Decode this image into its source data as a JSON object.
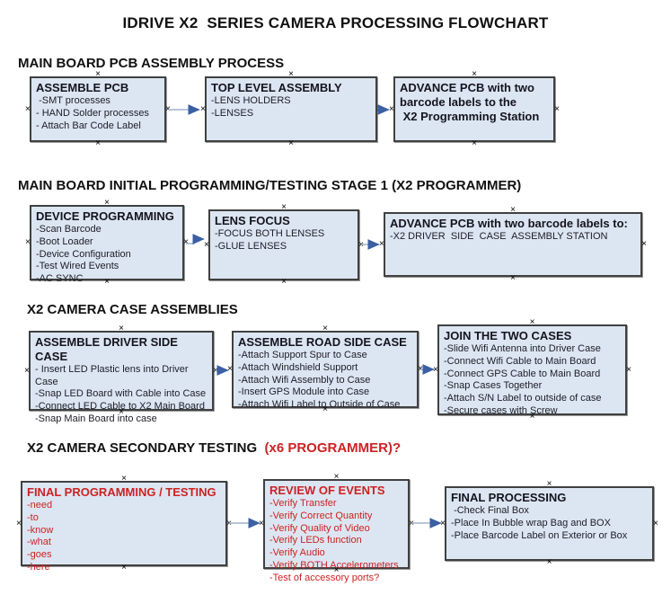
{
  "title": "IDRIVE X2  SERIES CAMERA PROCESSING FLOWCHART",
  "colors": {
    "box_fill": "#dce6f2",
    "box_border": "#404040",
    "red_text": "#cc2222",
    "black_text": "#14141e",
    "connector_line": "#9fb2cf",
    "connector_arrow": "#3b5fa3"
  },
  "sections": [
    {
      "header": "MAIN BOARD PCB ASSEMBLY PROCESS",
      "header_red": "",
      "boxes": [
        {
          "title": "ASSEMBLE PCB",
          "items": [
            " -SMT processes",
            "- HAND Solder processes",
            "- Attach Bar Code Label"
          ]
        },
        {
          "title": "TOP LEVEL ASSEMBLY",
          "items": [
            "-LENS HOLDERS",
            "-LENSES"
          ]
        },
        {
          "title": "ADVANCE PCB with two barcode labels to the\n X2 Programming Station",
          "items": []
        }
      ]
    },
    {
      "header": "MAIN BOARD INITIAL PROGRAMMING/TESTING STAGE 1 (X2 PROGRAMMER)",
      "header_red": "",
      "boxes": [
        {
          "title": "DEVICE PROGRAMMING",
          "items": [
            "-Scan Barcode",
            "-Boot Loader",
            "-Device Configuration",
            "-Test Wired Events",
            "-AC SYNC"
          ]
        },
        {
          "title": "LENS FOCUS",
          "items": [
            "-FOCUS BOTH LENSES",
            "-GLUE LENSES"
          ]
        },
        {
          "title": "ADVANCE PCB with two barcode labels to:",
          "items": [
            "-X2 DRIVER  SIDE  CASE  ASSEMBLY STATION"
          ]
        }
      ]
    },
    {
      "header": "X2 CAMERA CASE ASSEMBLIES",
      "header_red": "",
      "boxes": [
        {
          "title": "ASSEMBLE DRIVER SIDE CASE",
          "items": [
            "- Insert LED Plastic lens into Driver Case",
            "-Snap LED Board with Cable into Case",
            "-Connect LED Cable to X2 Main Board",
            "-Snap Main Board into case"
          ]
        },
        {
          "title": "ASSEMBLE ROAD SIDE CASE",
          "items": [
            "-Attach Support Spur to Case",
            "-Attach Windshield Support",
            "-Attach Wifi Assembly to Case",
            "-Insert GPS Module into Case",
            "-Attach Wifi Label to Outside of Case"
          ]
        },
        {
          "title": "JOIN THE TWO CASES",
          "items": [
            "-Slide Wifi Antenna into Driver Case",
            "-Connect Wifi Cable to Main Board",
            "-Connect GPS Cable to Main Board",
            "-Snap Cases Together",
            "-Attach S/N Label to outside of case",
            "-Secure cases with Screw"
          ]
        }
      ]
    },
    {
      "header": "X2 CAMERA SECONDARY TESTING ",
      "header_red": " (x6 PROGRAMMER)?",
      "boxes": [
        {
          "title": "FINAL PROGRAMMING / TESTING",
          "title_color": "#cc2222",
          "items_color": "#cc2222",
          "items": [
            "-need",
            "-to",
            "-know",
            "-what",
            "-goes",
            "-here"
          ]
        },
        {
          "title": "REVIEW OF EVENTS",
          "title_color": "#cc2222",
          "items_color": "#cc2222",
          "items": [
            "-Verify Transfer",
            "-Verify Correct Quantity",
            "-Verify Quality of Video",
            "-Verify LEDs function",
            "-Verify Audio",
            "-Verify BOTH Accelerometers",
            "-Test of accessory ports?"
          ]
        },
        {
          "title": "FINAL PROCESSING",
          "items": [
            " -Check Final Box",
            "-Place In Bubble wrap Bag and BOX",
            "-Place Barcode Label on Exterior or Box"
          ]
        }
      ]
    }
  ]
}
